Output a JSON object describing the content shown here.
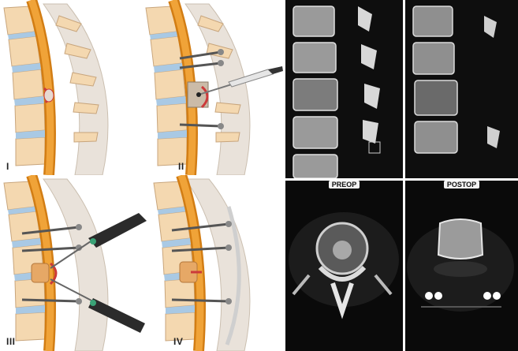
{
  "panels": {
    "step1_label": "I",
    "step2_label": "II",
    "step3_label": "III",
    "step4_label": "IV"
  },
  "ct": {
    "preop_label": "PREOP",
    "postop_label": "POSTOP"
  },
  "colors": {
    "vertebra": "#f4d8b0",
    "vertebra_outline": "#c8a57c",
    "cord": "#f0a338",
    "cord_dark": "#d27d14",
    "disc": "#a9c9e4",
    "lesion": "#cc3a3a",
    "instrument": "#2b2b2b"
  }
}
